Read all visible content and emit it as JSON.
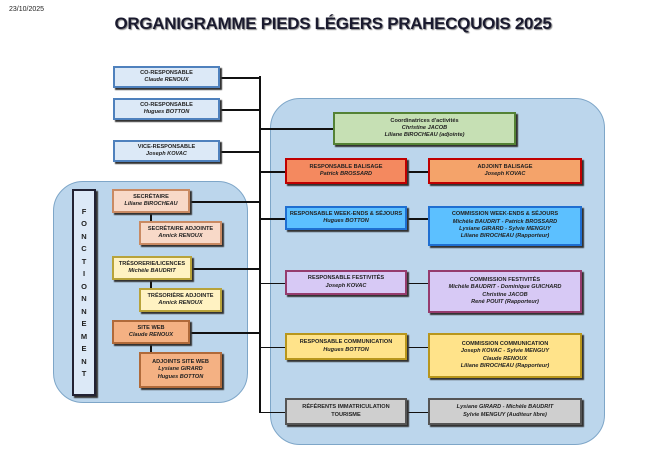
{
  "date": "23/10/2025",
  "title": "ORGANIGRAMME PIEDS LÉGERS PRAHECQUOIS 2025",
  "side_label": [
    "F",
    "O",
    "N",
    "C",
    "T",
    "I",
    "O",
    "N",
    "N",
    "E",
    "M",
    "E",
    "N",
    "T"
  ],
  "direction": [
    {
      "role": "CO-RESPONSABLE",
      "names": [
        "Claude RENOUX"
      ]
    },
    {
      "role": "CO-RESPONSABLE",
      "names": [
        "Hugues BOTTON"
      ]
    },
    {
      "role": "VICE-RESPONSABLE",
      "names": [
        "Joseph KOVAC"
      ]
    }
  ],
  "fonctionnement": [
    {
      "role": "SECRÉTAIRE",
      "names": [
        "Liliane BIROCHEAU"
      ]
    },
    {
      "role": "SECRÉTAIRE ADJOINTE",
      "names": [
        "Annick RENOUX"
      ]
    },
    {
      "role": "TRÉSORERIE/LICENCES",
      "names": [
        "Michèle BAUDRIT"
      ]
    },
    {
      "role": "TRÉSORIÈRE ADJOINTE",
      "names": [
        "Annick RENOUX"
      ]
    },
    {
      "role": "SITE WEB",
      "names": [
        "Claude RENOUX"
      ]
    },
    {
      "role": "ADJOINTS SITE WEB",
      "names": [
        "Lysiane GIRARD",
        "Hugues BOTTON"
      ]
    }
  ],
  "coordination": {
    "role": "Coordinatrices d'activités",
    "names": [
      "Christine JACOB",
      "Liliane BIROCHEAU (adjointe)"
    ]
  },
  "activities": [
    {
      "left": {
        "role": "RESPONSABLE BALISAGE",
        "names": [
          "Patrick BROSSARD"
        ]
      },
      "right": {
        "role": "ADJOINT BALISAGE",
        "names": [
          "Joseph KOVAC"
        ]
      }
    },
    {
      "left": {
        "role": "RESPONSABLE WEEK-ENDS & SÉJOURS",
        "names": [
          "Hugues BOTTON"
        ]
      },
      "right": {
        "role": "COMMISSION WEEK-ENDS & SÉJOURS",
        "names": [
          "Michèle BAUDRIT - Patrick BROSSARD",
          "Lysiane GIRARD - Sylvie MENGUY",
          "Liliane BIROCHEAU (Rapporteur)"
        ]
      }
    },
    {
      "left": {
        "role": "RESPONSABLE FESTIVITÉS",
        "names": [
          "Joseph KOVAC"
        ]
      },
      "right": {
        "role": "COMMISSION FESTIVITÉS",
        "names": [
          "Michèle BAUDRIT - Dominique GUICHARD",
          "Christine JACOB",
          "René POUIT (Rapporteur)"
        ]
      }
    },
    {
      "left": {
        "role": "RESPONSABLE COMMUNICATION",
        "names": [
          "Hugues BOTTON"
        ]
      },
      "right": {
        "role": "COMMISSION COMMUNICATION",
        "names": [
          "Joseph KOVAC - Sylvie MENGUY",
          "Claude RENOUX",
          "Liliane BIROCHEAU (Rapporteur)"
        ]
      }
    },
    {
      "left": {
        "role": "RÉFÉRENTS IMMATRICULATION TOURISME",
        "names": []
      },
      "right": {
        "role": "",
        "names": [
          "Lysiane GIRARD - Michèle BAUDRIT",
          "Sylvie MENGUY (Auditeur libre)"
        ]
      }
    }
  ]
}
